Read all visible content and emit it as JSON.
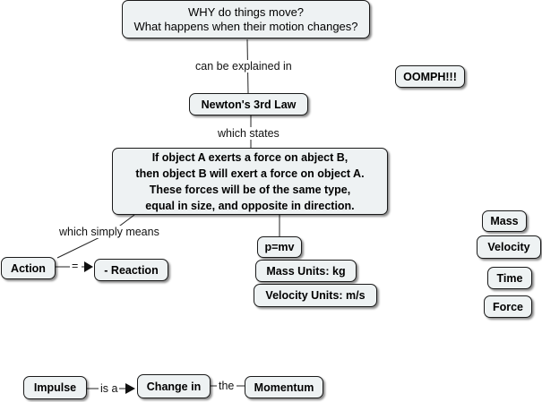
{
  "nodes": {
    "why_question": "WHY do things move?\nWhat happens when their motion changes?",
    "newtons_law": "Newton's 3rd Law",
    "law_statement": "If object A exerts a force on abject B,\nthen object B will exert a force on object A.\nThese forces will be of the same type,\nequal in size, and opposite in direction.",
    "action": "Action",
    "reaction": "- Reaction",
    "pmv": "p=mv",
    "mass_units": "Mass Units: kg",
    "velocity_units": "Velocity Units: m/s",
    "oomph": "OOMPH!!!",
    "mass": "Mass",
    "velocity": "Velocity",
    "time": "Time",
    "force": "Force",
    "impulse": "Impulse",
    "change_in": "Change in",
    "momentum": "Momentum"
  },
  "links": {
    "can_be_explained_in": "can be explained in",
    "which_states": "which states",
    "which_simply_means": "which simply means",
    "equals": "=",
    "is_a": "is a",
    "the": "the"
  }
}
